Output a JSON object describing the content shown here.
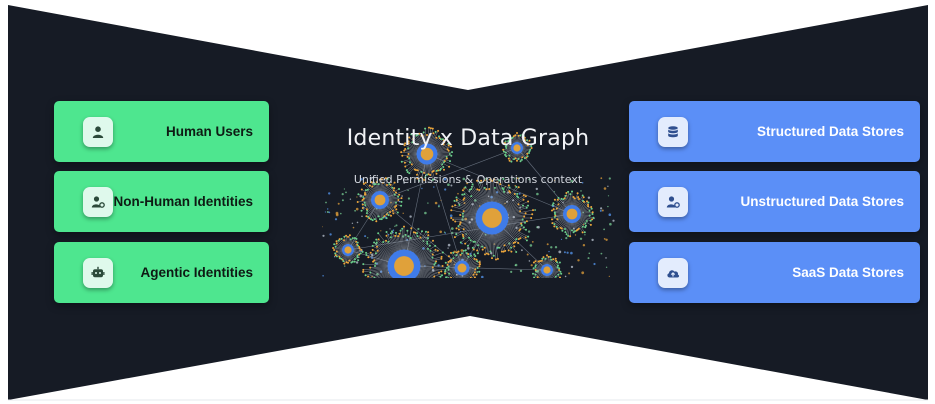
{
  "colors": {
    "panel": "#161b25",
    "green_card": "#4ee68f",
    "blue_card": "#5b8ff7",
    "green_icon": "#2b4a3a",
    "blue_icon": "#2f4f8f"
  },
  "center": {
    "title": "Identity x Data Graph",
    "subtitle": "Unified Permissions & Operations context"
  },
  "identities": [
    {
      "label": "Human Users",
      "icon": "person-icon"
    },
    {
      "label": "Non-Human Identities",
      "icon": "user-gear-icon"
    },
    {
      "label": "Agentic Identities",
      "icon": "robot-icon"
    }
  ],
  "data_stores": [
    {
      "label": "Structured Data Stores",
      "icon": "database-icon"
    },
    {
      "label": "Unstructured Data Stores",
      "icon": "user-gear-icon"
    },
    {
      "label": "SaaS Data Stores",
      "icon": "cloud-upload-icon"
    }
  ]
}
